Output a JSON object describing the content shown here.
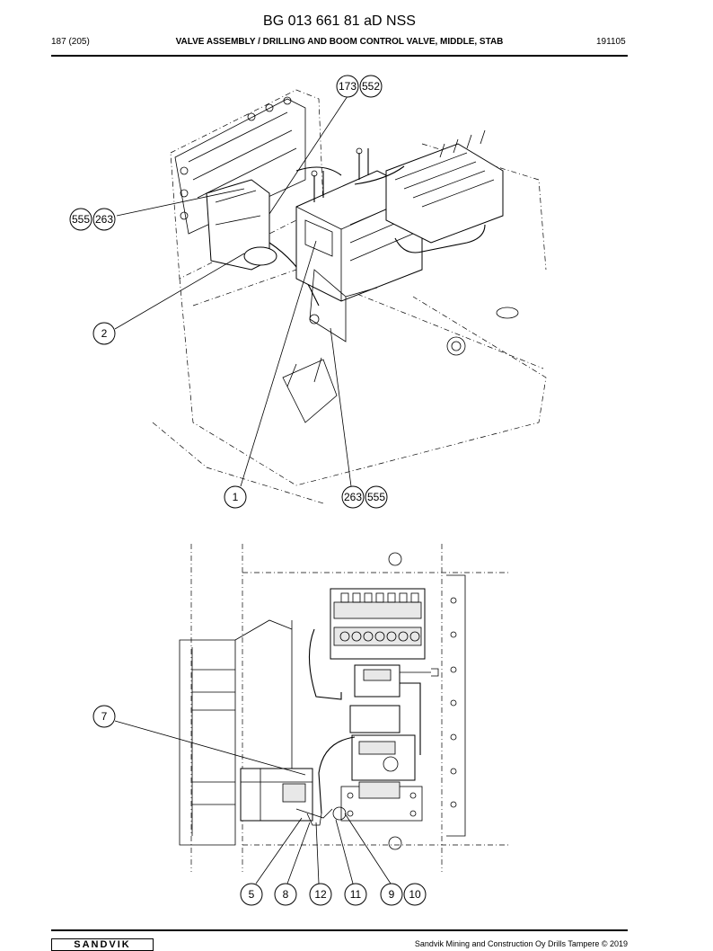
{
  "header": {
    "doc_number": "BG 013 661 81 aD NSS",
    "page": "187 (205)",
    "section_title": "VALVE ASSEMBLY / DRILLING AND BOOM CONTROL VALVE, MIDDLE, STAB",
    "date_code": "191105"
  },
  "callouts": {
    "c173": "173",
    "c552": "552",
    "c555a": "555",
    "c263a": "263",
    "c2": "2",
    "c1": "1",
    "c263b": "263",
    "c555b": "555",
    "c7": "7",
    "c5": "5",
    "c8": "8",
    "c12": "12",
    "c11": "11",
    "c9": "9",
    "c10": "10"
  },
  "footer": {
    "logo": "SANDVIK",
    "copyright": "Sandvik Mining and Construction Oy Drills Tampere © 2019"
  }
}
